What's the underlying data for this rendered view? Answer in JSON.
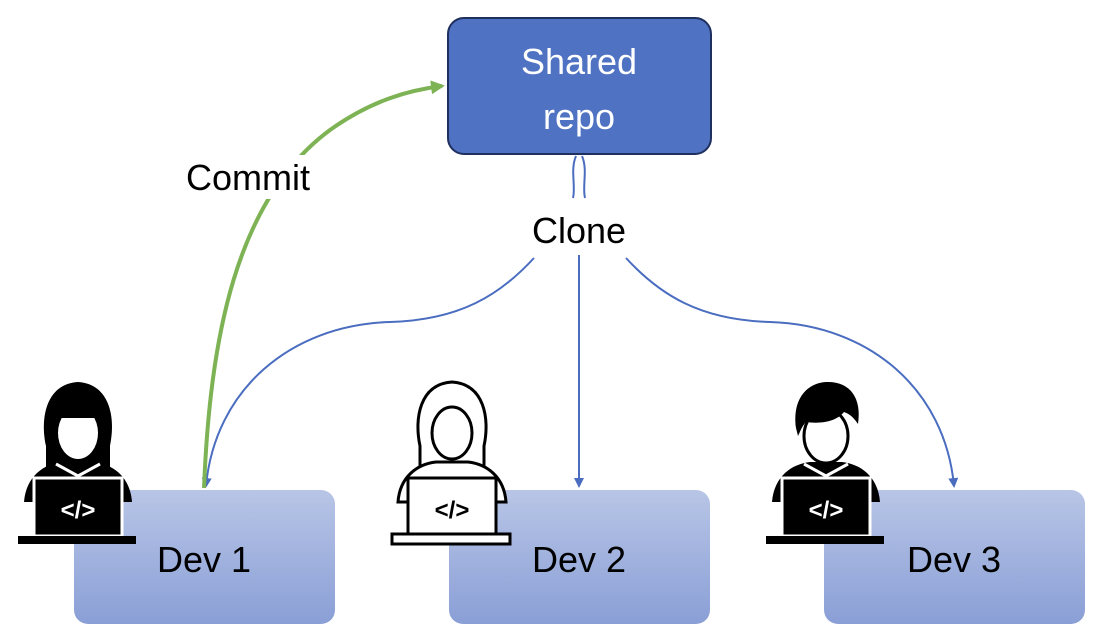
{
  "colors": {
    "repo_fill": "#4f72c3",
    "repo_stroke": "#1f2f5e",
    "dev_fill_top": "#b8c5e6",
    "dev_fill_bottom": "#8a9fd6",
    "clone_line": "#4a6dc0",
    "commit_line": "#7db354",
    "icon": "#000000"
  },
  "repo": {
    "label_line1": "Shared",
    "label_line2": "repo"
  },
  "labels": {
    "commit": "Commit",
    "clone": "Clone"
  },
  "devs": [
    {
      "label": "Dev 1",
      "icon": "developer-long-hair-dark-icon"
    },
    {
      "label": "Dev 2",
      "icon": "developer-long-hair-outline-icon"
    },
    {
      "label": "Dev 3",
      "icon": "developer-short-hair-dark-icon"
    }
  ],
  "laptop_glyph": "</>"
}
